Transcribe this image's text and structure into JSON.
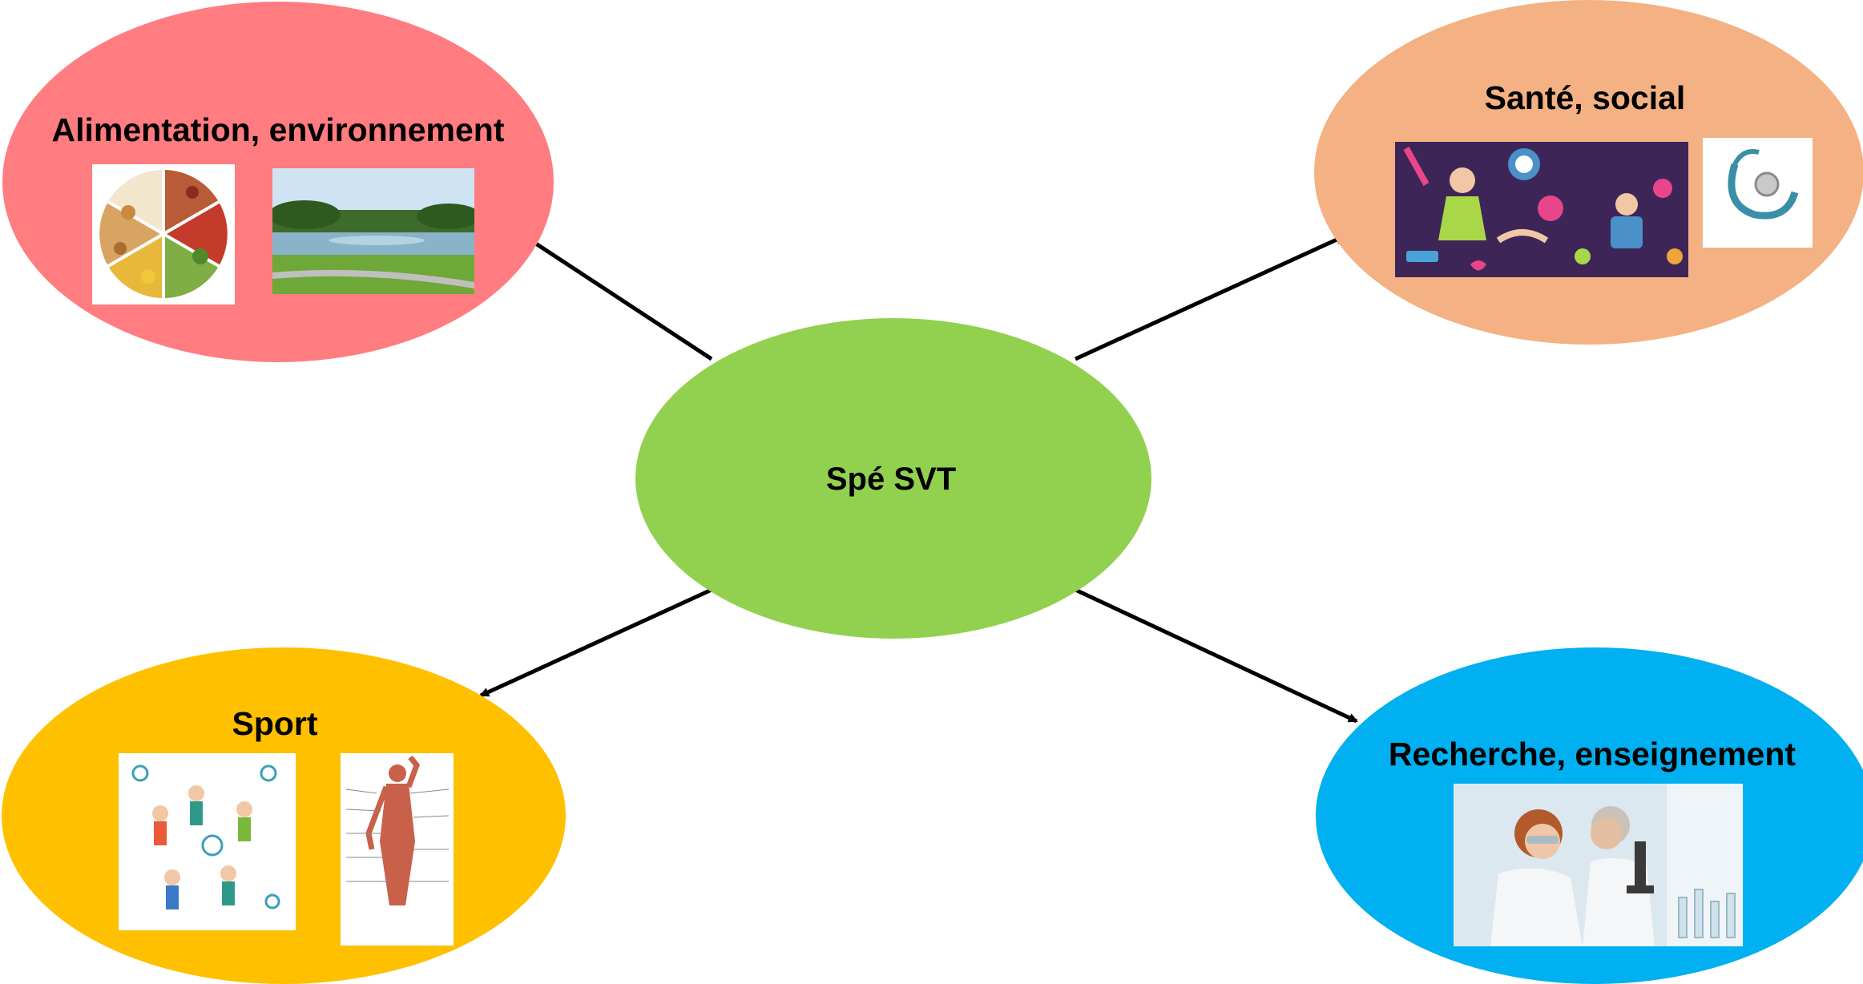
{
  "center": {
    "label": "Spé SVT",
    "color": "#92d050"
  },
  "nodes": {
    "food_env": {
      "label": "Alimentation, environnement",
      "color": "#ff7c80",
      "images": [
        "food-plate-image",
        "park-lake-image"
      ]
    },
    "health": {
      "label": "Santé, social",
      "color": "#f4b183",
      "images": [
        "social-care-collage-image",
        "stethoscope-image"
      ]
    },
    "sport": {
      "label": "Sport",
      "color": "#ffc000",
      "images": [
        "sports-illustration-image",
        "muscular-anatomy-image"
      ]
    },
    "research": {
      "label": "Recherche, enseignement",
      "color": "#00b0f0",
      "images": [
        "laboratory-scientists-image"
      ]
    }
  }
}
